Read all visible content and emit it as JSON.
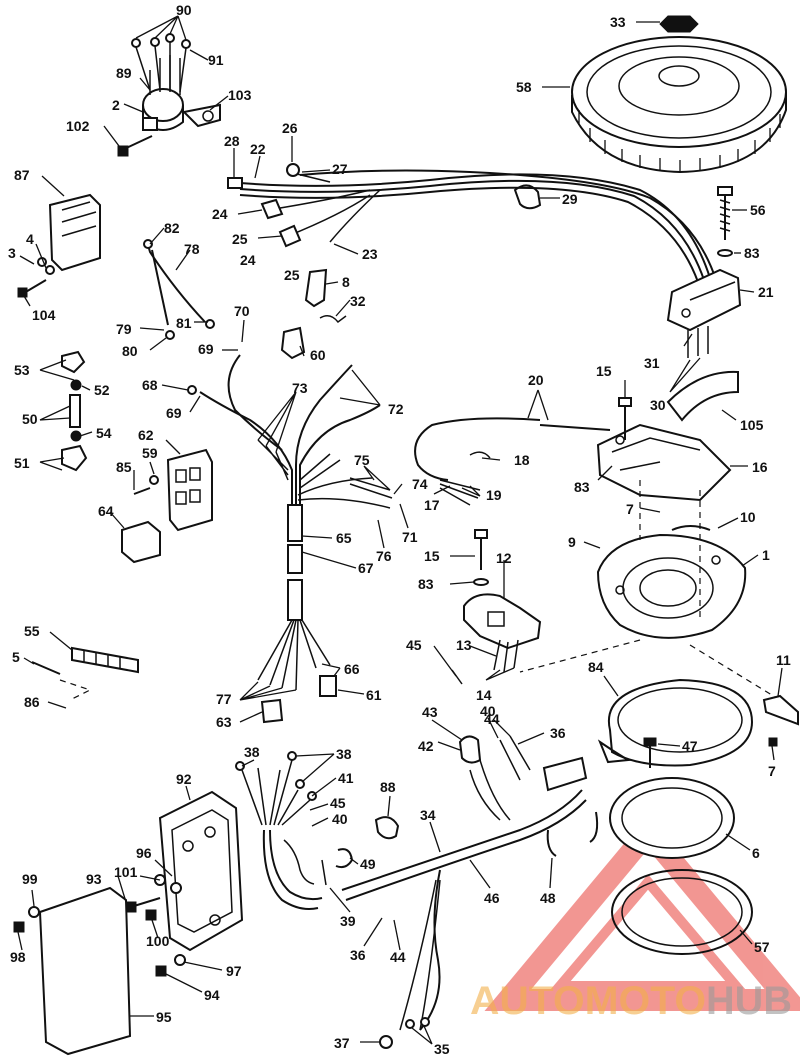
{
  "labels": {
    "l90": "90",
    "l91": "91",
    "l89": "89",
    "l2": "2",
    "l103": "103",
    "l102": "102",
    "l33": "33",
    "l58": "58",
    "l28": "28",
    "l26": "26",
    "l22": "22",
    "l27": "27",
    "l29": "29",
    "l87": "87",
    "l24a": "24",
    "l25a": "25",
    "l24b": "24",
    "l25b": "25",
    "l23": "23",
    "l56": "56",
    "l83a": "83",
    "l82": "82",
    "l78": "78",
    "l3": "3",
    "l4": "4",
    "l104": "104",
    "l8": "8",
    "l21": "21",
    "l32": "32",
    "l79": "79",
    "l81": "81",
    "l80": "80",
    "l70": "70",
    "l69a": "69",
    "l60": "60",
    "l31": "31",
    "l53": "53",
    "l52": "52",
    "l68": "68",
    "l73": "73",
    "l20": "20",
    "l15a": "15",
    "l30": "30",
    "l50": "50",
    "l69b": "69",
    "l72": "72",
    "l105": "105",
    "l54": "54",
    "l62": "62",
    "l59": "59",
    "l51": "51",
    "l85": "85",
    "l18": "18",
    "l75": "75",
    "l74": "74",
    "l16": "16",
    "l19": "19",
    "l83b": "83",
    "l17": "17",
    "l64": "64",
    "l7a": "7",
    "l10": "10",
    "l71": "71",
    "l65": "65",
    "l9": "9",
    "l12": "12",
    "l1": "1",
    "l76": "76",
    "l67": "67",
    "l15b": "15",
    "l83c": "83",
    "l55": "55",
    "l13": "13",
    "l45a": "45",
    "l5": "5",
    "l11": "11",
    "l66": "66",
    "l84": "84",
    "l14": "14",
    "l86": "86",
    "l61": "61",
    "l77": "77",
    "l43": "43",
    "l40a": "40",
    "l44a": "44",
    "l36a": "36",
    "l63": "63",
    "l42": "42",
    "l38a": "38",
    "l38b": "38",
    "l7b": "7",
    "l47": "47",
    "l41": "41",
    "l92": "92",
    "l45b": "45",
    "l88": "88",
    "l40b": "40",
    "l34": "34",
    "l6": "6",
    "l96": "96",
    "l49": "49",
    "l99": "99",
    "l93": "93",
    "l101": "101",
    "l46": "46",
    "l48": "48",
    "l39": "39",
    "l100": "100",
    "l57": "57",
    "l98": "98",
    "l36b": "36",
    "l44b": "44",
    "l97": "97",
    "l94": "94",
    "l95": "95",
    "l37": "37",
    "l35": "35"
  },
  "watermark": {
    "part1": "AUTOMOTO",
    "part2": "HUB",
    "color1": "#f2b04a",
    "color2": "#9a9a9a",
    "triangle_color": "#e8423a"
  }
}
